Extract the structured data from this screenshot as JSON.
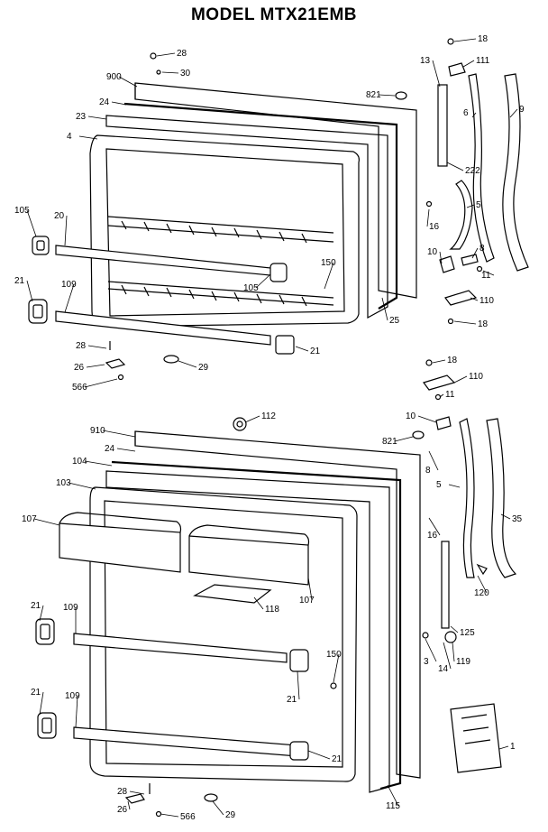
{
  "title": "MODEL MTX21EMB",
  "labels": [
    "28",
    "30",
    "900",
    "24",
    "23",
    "4",
    "821",
    "13",
    "18",
    "111",
    "6",
    "9",
    "222",
    "16",
    "5",
    "105",
    "20",
    "150",
    "105",
    "21",
    "109",
    "28",
    "26",
    "566",
    "29",
    "21",
    "25",
    "10",
    "8",
    "11",
    "110",
    "18",
    "18",
    "110",
    "11",
    "112",
    "910",
    "24",
    "104",
    "103",
    "107",
    "10",
    "821",
    "8",
    "5",
    "16",
    "35",
    "107",
    "118",
    "120",
    "21",
    "109",
    "150",
    "21",
    "125",
    "3",
    "14",
    "119",
    "21",
    "109",
    "21",
    "28",
    "26",
    "566",
    "29",
    "115",
    "1"
  ]
}
